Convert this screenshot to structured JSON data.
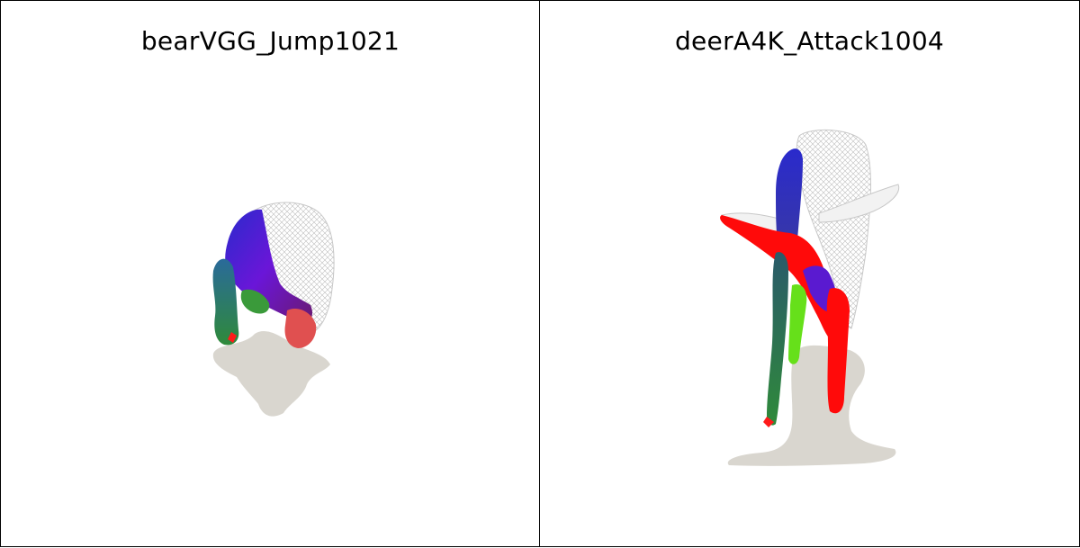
{
  "panels": [
    {
      "title": "bearVGG_Jump1021",
      "subject": "bear-mesh"
    },
    {
      "title": "deerA4K_Attack1004",
      "subject": "deer-mesh"
    }
  ],
  "colors": {
    "shadow": "#d9d6cf",
    "wireframe": "#c8c8c8",
    "blue": "#2a2acc",
    "purple": "#6a16d8",
    "green": "#2f8a3a",
    "red": "#ff0a0a",
    "lime": "#66e01a"
  }
}
